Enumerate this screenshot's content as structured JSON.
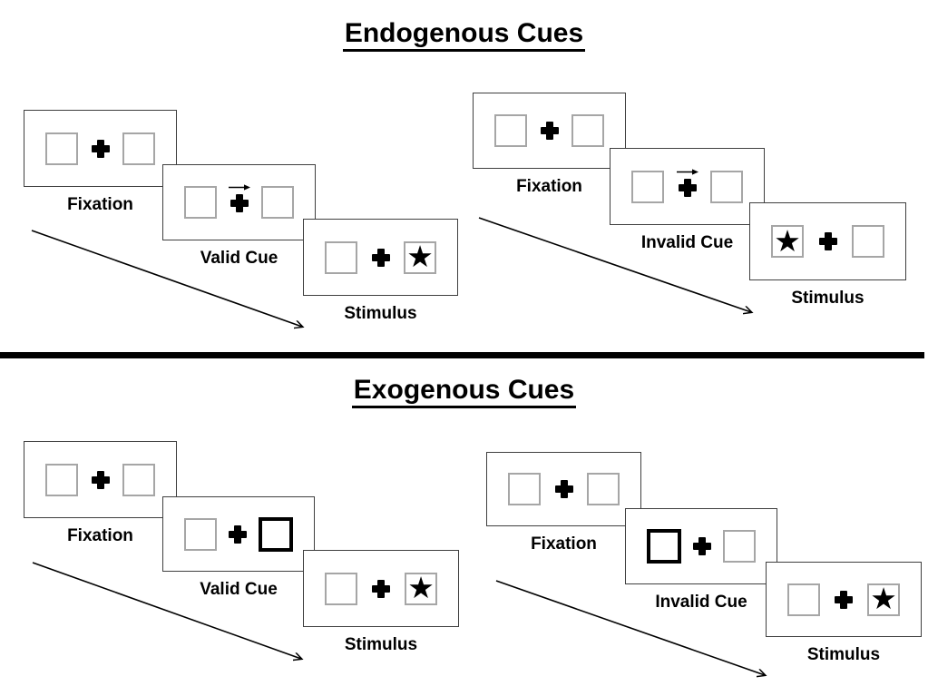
{
  "diagram": {
    "symbols": {
      "star": "★"
    },
    "colors": {
      "ink": "#000000",
      "box_border": "#a6a6a6",
      "panel_border": "#3f3f3f",
      "background": "#ffffff"
    },
    "sections": [
      {
        "title": "Endogenous Cues",
        "groups": [
          {
            "condition": "valid",
            "panels": [
              {
                "label": "Fixation",
                "left_box": "empty",
                "center": "plus",
                "right_box": "empty"
              },
              {
                "label": "Valid Cue",
                "left_box": "empty",
                "center": "plus_with_right_arrow",
                "right_box": "empty"
              },
              {
                "label": "Stimulus",
                "left_box": "empty",
                "center": "plus",
                "right_box": "star"
              }
            ]
          },
          {
            "condition": "invalid",
            "panels": [
              {
                "label": "Fixation",
                "left_box": "empty",
                "center": "plus",
                "right_box": "empty"
              },
              {
                "label": "Invalid Cue",
                "left_box": "empty",
                "center": "plus_with_right_arrow",
                "right_box": "empty"
              },
              {
                "label": "Stimulus",
                "left_box": "star",
                "center": "plus",
                "right_box": "empty"
              }
            ]
          }
        ]
      },
      {
        "title": "Exogenous Cues",
        "groups": [
          {
            "condition": "valid",
            "panels": [
              {
                "label": "Fixation",
                "left_box": "empty",
                "center": "plus",
                "right_box": "empty"
              },
              {
                "label": "Valid Cue",
                "left_box": "empty",
                "center": "plus",
                "right_box": "thick_outline"
              },
              {
                "label": "Stimulus",
                "left_box": "empty",
                "center": "plus",
                "right_box": "star"
              }
            ]
          },
          {
            "condition": "invalid",
            "panels": [
              {
                "label": "Fixation",
                "left_box": "empty",
                "center": "plus",
                "right_box": "empty"
              },
              {
                "label": "Invalid Cue",
                "left_box": "thick_outline",
                "center": "plus",
                "right_box": "empty"
              },
              {
                "label": "Stimulus",
                "left_box": "empty",
                "center": "plus",
                "right_box": "star"
              }
            ]
          }
        ]
      }
    ]
  }
}
